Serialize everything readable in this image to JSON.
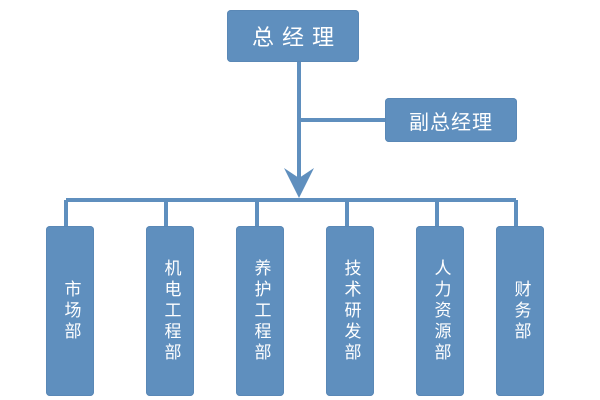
{
  "org_chart": {
    "top": {
      "label": "总经理"
    },
    "deputy": {
      "label": "副总经理"
    },
    "departments": [
      {
        "label": "市场部"
      },
      {
        "label": "机电工程部"
      },
      {
        "label": "养护工程部"
      },
      {
        "label": "技术研发部"
      },
      {
        "label": "人力资源部"
      },
      {
        "label": "财务部"
      }
    ]
  },
  "colors": {
    "box_fill": "#5f8fbe",
    "line": "#5f8fbe",
    "text": "#ffffff"
  }
}
